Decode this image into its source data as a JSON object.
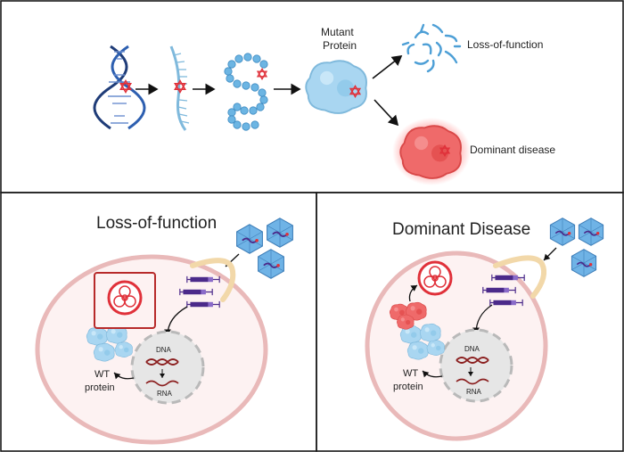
{
  "top_panel": {
    "mutant_protein_line1": "Mutant",
    "mutant_protein_line2": "Protein",
    "loss_of_function_label": "Loss-of-function",
    "dominant_disease_label": "Dominant disease"
  },
  "left_panel": {
    "title": "Loss-of-function",
    "dna_label": "DNA",
    "rna_label": "RNA",
    "wt_label_line1": "WT",
    "wt_label_line2": "protein"
  },
  "right_panel": {
    "title": "Dominant Disease",
    "dna_label": "DNA",
    "rna_label": "RNA",
    "wt_label_line1": "WT",
    "wt_label_line2": "protein"
  },
  "colors": {
    "panel_border": "#1a1a1a",
    "protein_blue": "#8ec9ea",
    "dna_blue": "#1f3c78",
    "mutation_red": "#e0313a",
    "disease_red": "#ea5555",
    "cell_membrane": "#e9b9b9",
    "cell_fill": "#fdf2f2",
    "nucleus_fill": "#e6e6e6",
    "vector_purple": "#4b2a8a",
    "virus_blue": "#6fa3d8"
  }
}
